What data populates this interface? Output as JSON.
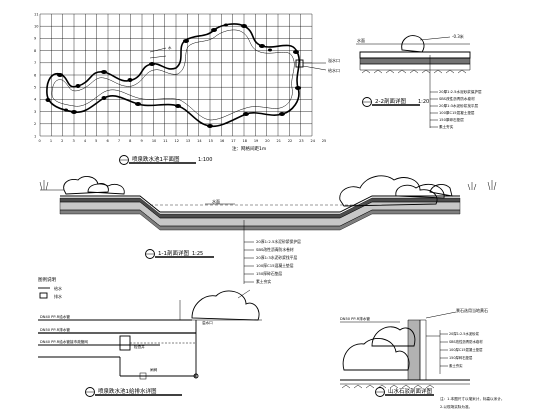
{
  "plan": {
    "title": "喷泉跌水池1平面图",
    "scale": "1:100",
    "grid_note": "注：网格间距1m",
    "grid_cols": 24,
    "grid_rows": 10,
    "col_labels": [
      "0",
      "1",
      "2",
      "3",
      "4",
      "5",
      "6",
      "7",
      "8",
      "9",
      "10",
      "11",
      "12",
      "13",
      "14",
      "15",
      "16",
      "17",
      "18",
      "19",
      "20",
      "21",
      "22",
      "23",
      "24",
      "25"
    ],
    "row_labels": [
      "1",
      "2",
      "3",
      "4",
      "5",
      "6",
      "7",
      "8",
      "9",
      "10",
      "11"
    ],
    "callout_a": "溢水口",
    "callout_b": "给水口"
  },
  "section_22": {
    "title": "2-2剖面详图",
    "scale": "1:20",
    "left_label": "水面",
    "right_label": "-0.3米",
    "layers": [
      "20厚1:2.5水泥砂浆保护层",
      "SBS改性沥青防水卷材",
      "20厚1:3水泥砂浆找平层",
      "100厚C15混凝土垫层",
      "150厚碎石垫层",
      "素土夯实"
    ]
  },
  "section_11": {
    "title": "1-1剖面详图",
    "scale": "1:25",
    "water_label": "水面",
    "layers": [
      "20厚1:2.5水泥砂浆保护层",
      "SBS改性沥青防水卷材",
      "20厚1:3水泥砂浆找平层",
      "100厚C15混凝土垫层",
      "150厚碎石垫层",
      "素土夯实"
    ]
  },
  "legend": {
    "title": "图例说明",
    "items": [
      "给水",
      "排水"
    ]
  },
  "drain_plan": {
    "title": "喷泉跌水池1给排水详图",
    "pipe_a": "DN40 PP-R给水管",
    "pipe_b": "DN50 PP-R排水管",
    "pipe_c": "DN40 PP-R给水管接市政管网",
    "label_overflow": "溢水口",
    "label_valve": "闸阀",
    "label_well": "检查井"
  },
  "rockery": {
    "title": "山水石驳剖面详图",
    "top_note": "景石选用当地黄石",
    "layers": [
      "20厚1:2.5水泥砂浆",
      "SBS改性沥青防水卷材",
      "100厚C15混凝土垫层",
      "150厚碎石垫层",
      "素土夯实"
    ],
    "pipe_note": "DN50 PP-R排水管",
    "footnote_1": "注：1.本图尺寸以毫米计，标高以米计。",
    "footnote_2": "2.以现场实际为准。"
  }
}
